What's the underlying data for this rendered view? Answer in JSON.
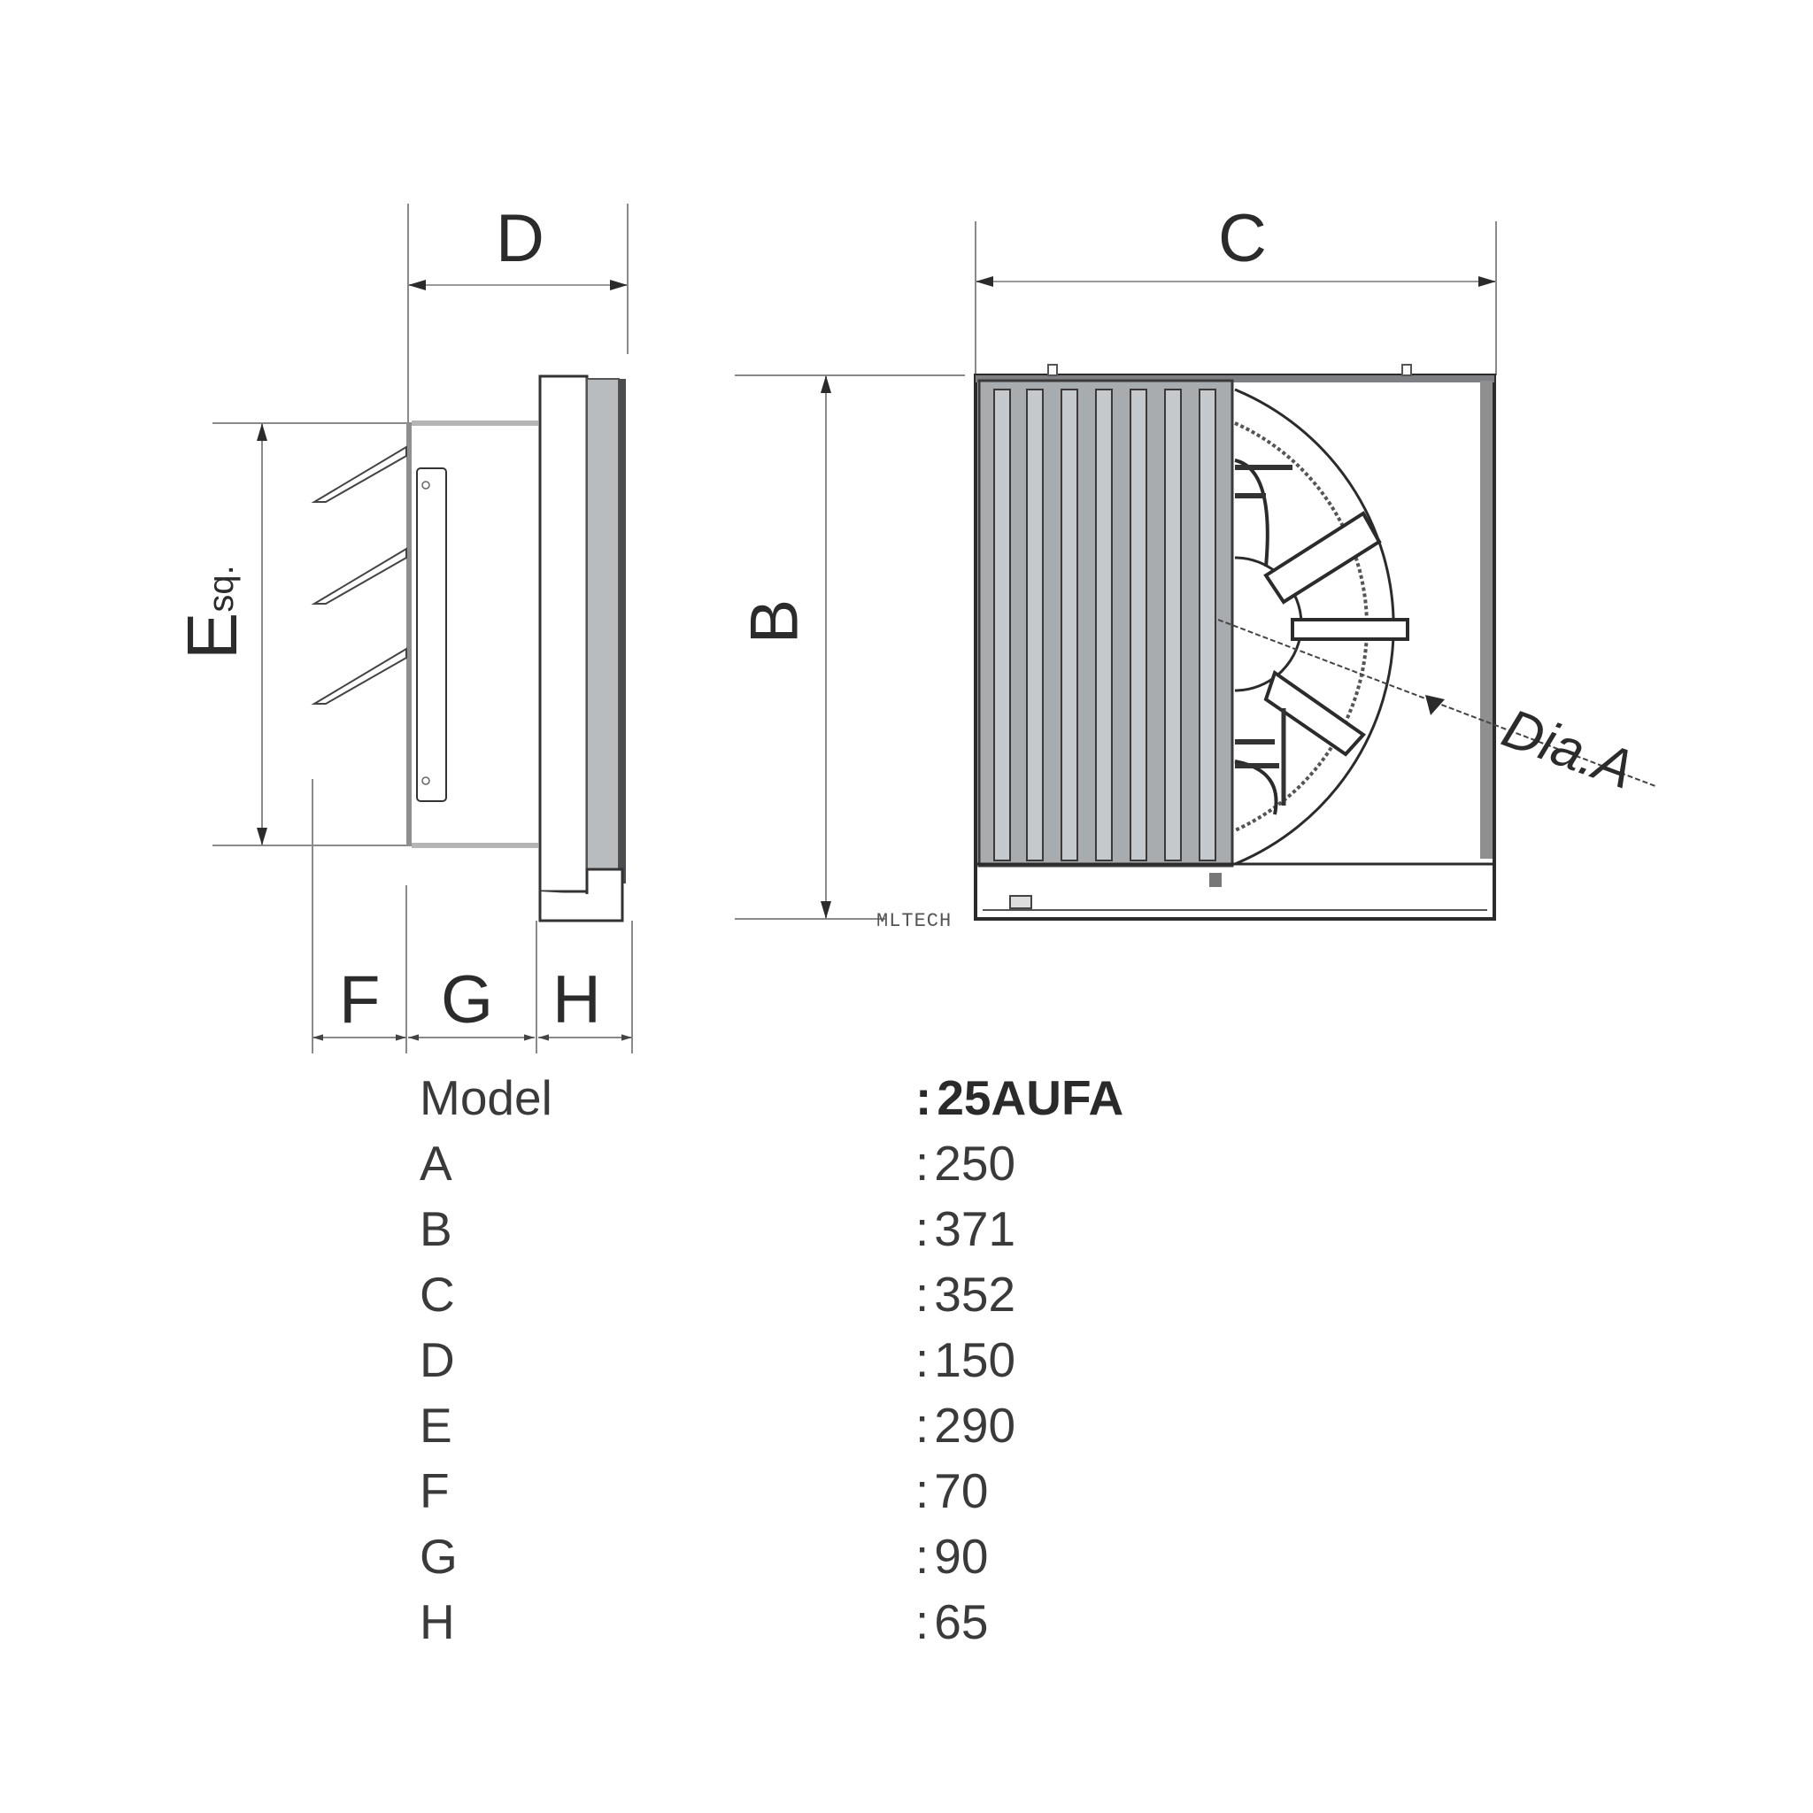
{
  "diagram": {
    "dimension_labels": {
      "D": "D",
      "C": "C",
      "B": "B",
      "E": "E",
      "E_suffix": "sq.",
      "F": "F",
      "G": "G",
      "H": "H",
      "dia": "Dia.A"
    },
    "watermark": "MLTECH",
    "colors": {
      "line": "#2b2b2b",
      "dim_line": "#8a8a8a",
      "panel_gray": "#b8bbbe",
      "dark_gray": "#555759"
    }
  },
  "specs": {
    "rows": [
      {
        "key": "Model",
        "colon": ":",
        "value": "25AUFA",
        "bold": true
      },
      {
        "key": "A",
        "colon": ":",
        "value": "250"
      },
      {
        "key": "B",
        "colon": ":",
        "value": "371"
      },
      {
        "key": "C",
        "colon": ":",
        "value": "352"
      },
      {
        "key": "D",
        "colon": ":",
        "value": "150"
      },
      {
        "key": "E",
        "colon": ":",
        "value": "290"
      },
      {
        "key": "F",
        "colon": ":",
        "value": "70"
      },
      {
        "key": "G",
        "colon": ":",
        "value": "90"
      },
      {
        "key": "H",
        "colon": ":",
        "value": "65"
      }
    ]
  }
}
